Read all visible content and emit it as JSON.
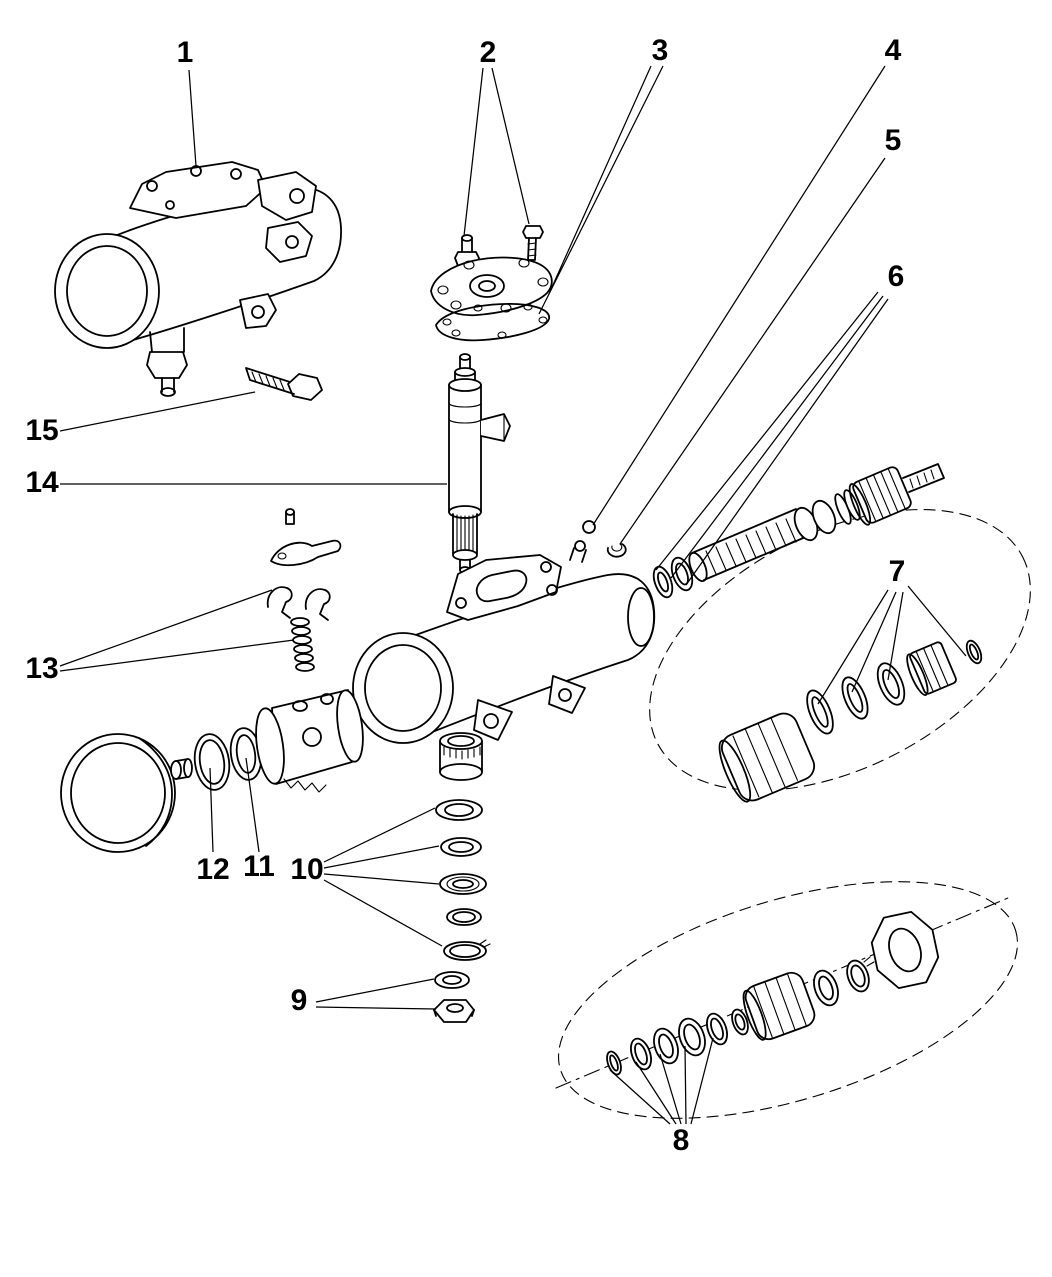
{
  "diagram": {
    "background_color": "#ffffff",
    "line_color": "#000000",
    "callouts": [
      {
        "label": "1"
      },
      {
        "label": "2"
      },
      {
        "label": "3"
      },
      {
        "label": "4"
      },
      {
        "label": "5"
      },
      {
        "label": "6"
      },
      {
        "label": "7"
      },
      {
        "label": "8"
      },
      {
        "label": "9"
      },
      {
        "label": "10"
      },
      {
        "label": "11"
      },
      {
        "label": "12"
      },
      {
        "label": "13"
      },
      {
        "label": "14"
      },
      {
        "label": "15"
      }
    ]
  }
}
